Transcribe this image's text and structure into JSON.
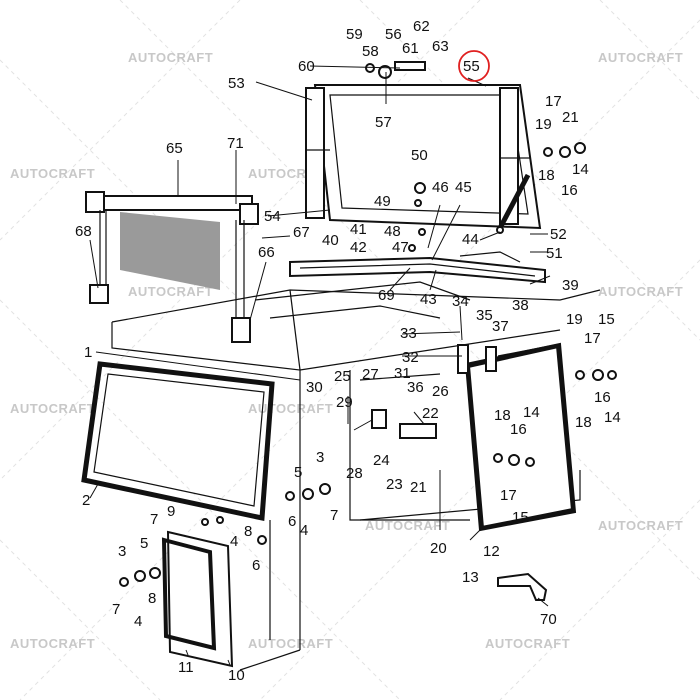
{
  "watermark": {
    "text": "AUTOCRAFT"
  },
  "highlight": {
    "label": "55",
    "color": "#e02020"
  },
  "callouts": {
    "c1": "1",
    "c2": "2",
    "c3a": "3",
    "c3b": "3",
    "c4a": "4",
    "c4b": "4",
    "c4c": "4",
    "c5a": "5",
    "c5b": "5",
    "c6a": "6",
    "c6b": "6",
    "c7a": "7",
    "c7b": "7",
    "c7c": "7",
    "c8a": "8",
    "c8b": "8",
    "c9": "9",
    "c10": "10",
    "c11": "11",
    "c12": "12",
    "c13": "13",
    "c14a": "14",
    "c14b": "14",
    "c14c": "14",
    "c15a": "15",
    "c15b": "15",
    "c16a": "16",
    "c16b": "16",
    "c16c": "16",
    "c17a": "17",
    "c17b": "17",
    "c17c": "17",
    "c18a": "18",
    "c18b": "18",
    "c18c": "18",
    "c19a": "19",
    "c19b": "19",
    "c20": "20",
    "c21a": "21",
    "c21b": "21",
    "c22": "22",
    "c23": "23",
    "c24": "24",
    "c25": "25",
    "c26": "26",
    "c27": "27",
    "c28": "28",
    "c29": "29",
    "c30": "30",
    "c31": "31",
    "c32": "32",
    "c33": "33",
    "c34": "34",
    "c35": "35",
    "c36": "36",
    "c37": "37",
    "c38": "38",
    "c39": "39",
    "c40": "40",
    "c41": "41",
    "c42": "42",
    "c43": "43",
    "c44": "44",
    "c45": "45",
    "c46": "46",
    "c47": "47",
    "c48": "48",
    "c49": "49",
    "c50": "50",
    "c51": "51",
    "c52": "52",
    "c53": "53",
    "c54": "54",
    "c55": "55",
    "c56": "56",
    "c57": "57",
    "c58": "58",
    "c59": "59",
    "c60": "60",
    "c61": "61",
    "c62": "62",
    "c63": "63",
    "c65": "65",
    "c66": "66",
    "c67": "67",
    "c68": "68",
    "c69": "69",
    "c70": "70",
    "c71": "71"
  }
}
